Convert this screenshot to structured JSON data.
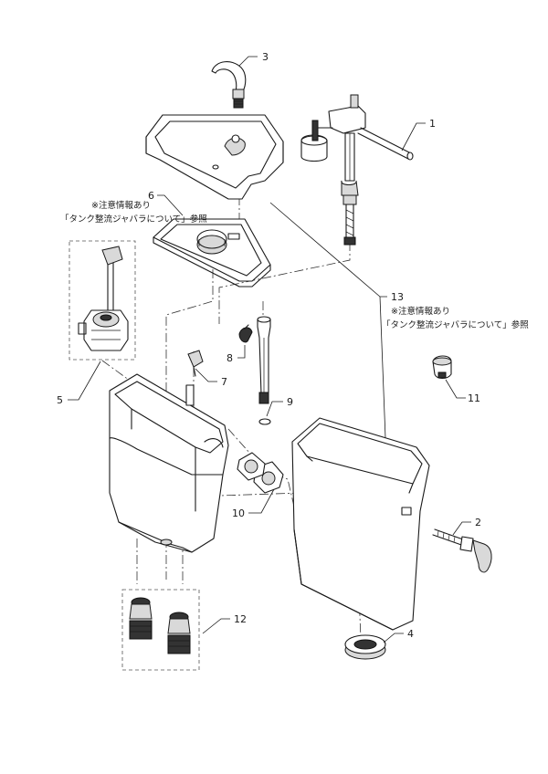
{
  "callouts": {
    "c1": "1",
    "c2": "2",
    "c3": "3",
    "c4": "4",
    "c5": "5",
    "c6": "6",
    "c7": "7",
    "c8": "8",
    "c9": "9",
    "c10": "10",
    "c11": "11",
    "c12": "12",
    "c13": "13"
  },
  "notes": {
    "part6_line1": "※注意情報あり",
    "part6_line2": "「タンク整流ジャバラについて」参照",
    "part13_line1": "※注意情報あり",
    "part13_line2": "「タンク整流ジャバラについて」参照"
  }
}
